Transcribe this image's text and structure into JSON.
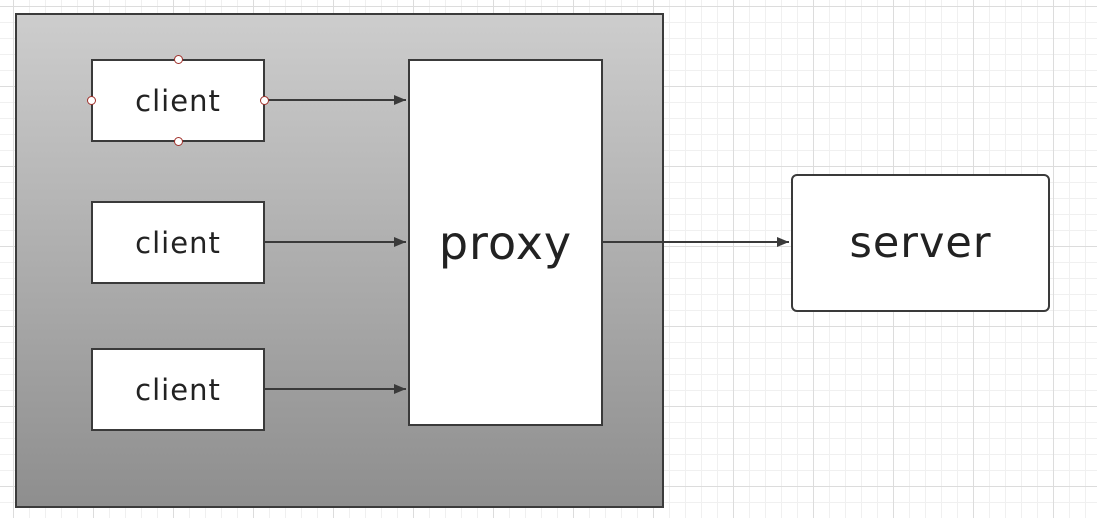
{
  "diagram": {
    "nodes": {
      "client_1": "client",
      "client_2": "client",
      "client_3": "client",
      "proxy": "proxy",
      "server": "server"
    },
    "edges": [
      {
        "from": "client_1",
        "to": "proxy"
      },
      {
        "from": "client_2",
        "to": "proxy"
      },
      {
        "from": "client_3",
        "to": "proxy"
      },
      {
        "from": "proxy",
        "to": "server"
      }
    ],
    "selected_node": "client_1",
    "colors": {
      "stroke": "#3a3a3a",
      "group_gradient_top": "#cdcdcd",
      "group_gradient_bottom": "#8e8e8e",
      "selection_handle": "#a0302a"
    }
  }
}
